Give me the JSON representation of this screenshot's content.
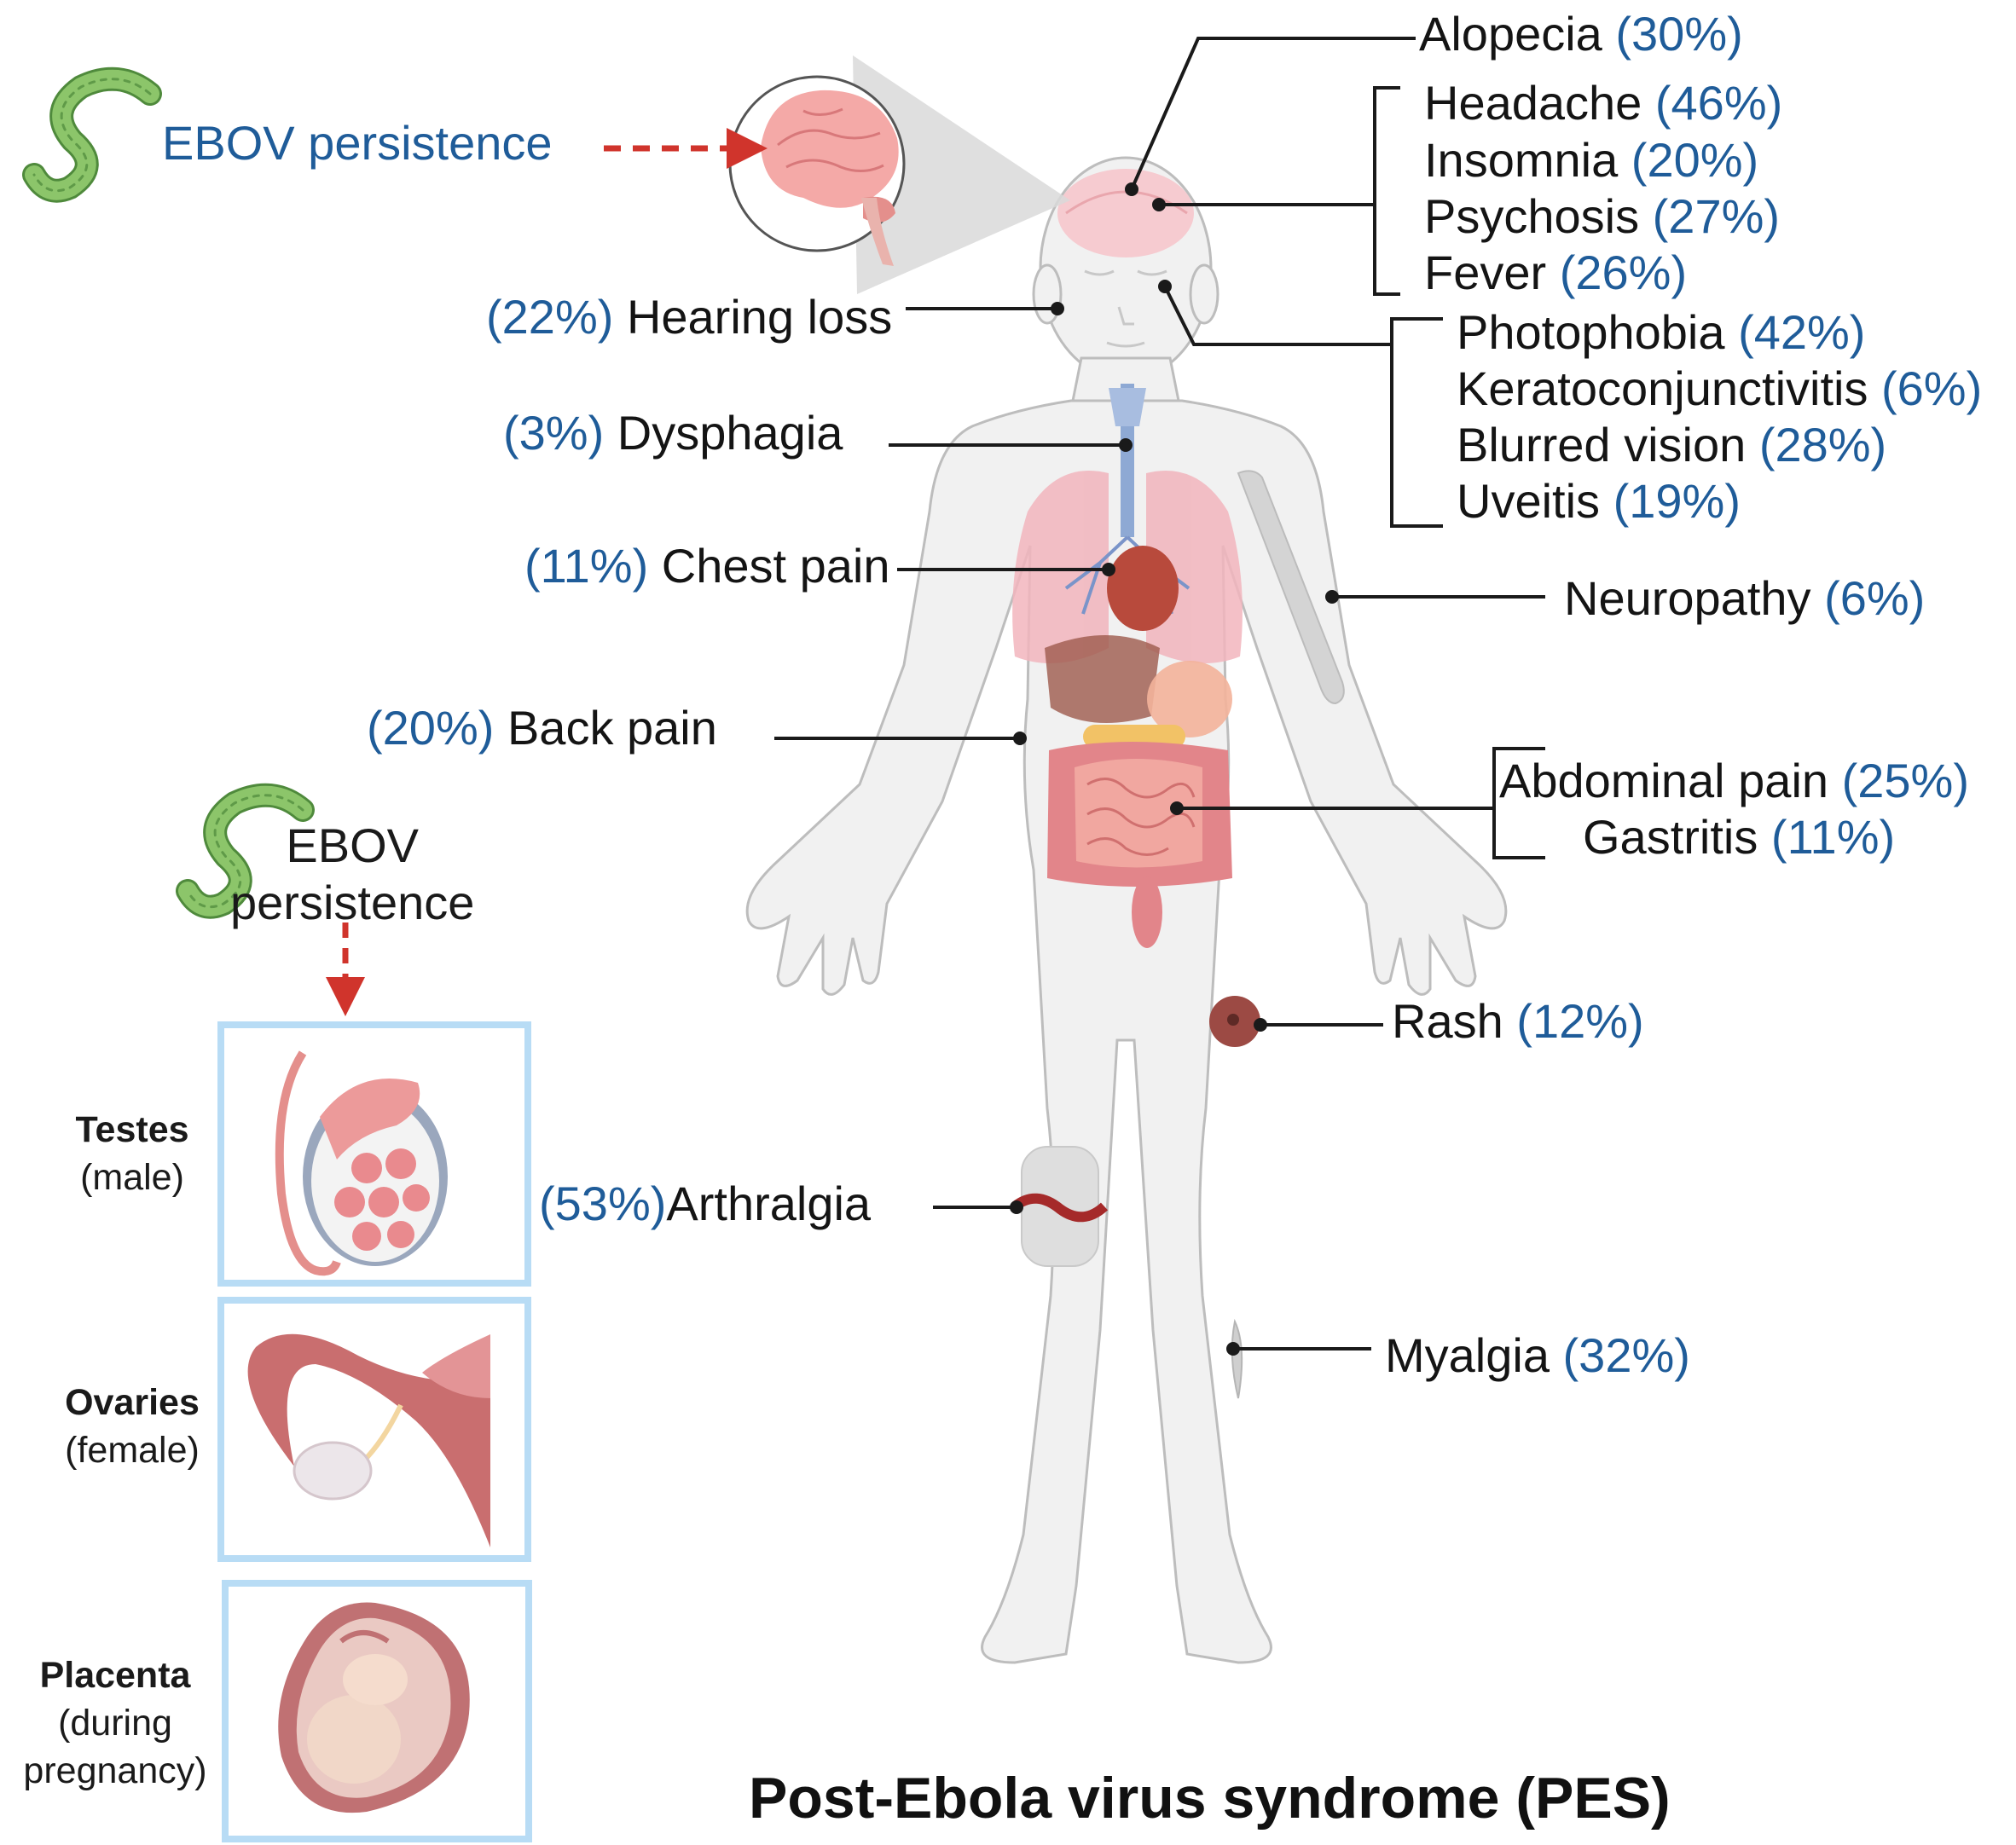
{
  "title": "Post-Ebola virus syndrome (PES)",
  "persistence_top": "EBOV persistence",
  "persistence_left": [
    "EBOV",
    "persistence"
  ],
  "reservoirs": [
    {
      "name": "Testes",
      "detail": [
        "(male)"
      ]
    },
    {
      "name": "Ovaries",
      "detail": [
        "(female)"
      ]
    },
    {
      "name": "Placenta",
      "detail": [
        "(during",
        "pregnancy)"
      ]
    }
  ],
  "symptoms": {
    "alopecia": {
      "name": "Alopecia",
      "pct": "(30%)"
    },
    "headache": {
      "name": "Headache",
      "pct": "(46%)"
    },
    "insomnia": {
      "name": "Insomnia",
      "pct": "(20%)"
    },
    "psychosis": {
      "name": "Psychosis",
      "pct": "(27%)"
    },
    "fever": {
      "name": "Fever",
      "pct": "(26%)"
    },
    "photophobia": {
      "name": "Photophobia",
      "pct": "(42%)"
    },
    "keratoconjunctivitis": {
      "name": "Keratoconjunctivitis",
      "pct": "(6%)"
    },
    "blurred_vision": {
      "name": "Blurred vision",
      "pct": "(28%)"
    },
    "uveitis": {
      "name": "Uveitis",
      "pct": "(19%)"
    },
    "hearing_loss": {
      "name": "Hearing loss",
      "pct": "(22%)"
    },
    "dysphagia": {
      "name": "Dysphagia",
      "pct": "(3%)"
    },
    "chest_pain": {
      "name": "Chest pain",
      "pct": "(11%)"
    },
    "neuropathy": {
      "name": "Neuropathy",
      "pct": "(6%)"
    },
    "back_pain": {
      "name": "Back pain",
      "pct": "(20%)"
    },
    "abdominal_pain": {
      "name": "Abdominal pain",
      "pct": "(25%)"
    },
    "gastritis": {
      "name": "Gastritis",
      "pct": "(11%)"
    },
    "rash": {
      "name": "Rash",
      "pct": "(12%)"
    },
    "arthralgia": {
      "name": "Arthralgia",
      "pct": "(53%)"
    },
    "myalgia": {
      "name": "Myalgia",
      "pct": "(32%)"
    }
  },
  "colors": {
    "label_blue": "#1f5c99",
    "arrow_red": "#d0342c",
    "virus_green": "#7ab55c",
    "box_blue": "#b8dcf5",
    "body_fill": "#f1f1f1"
  }
}
